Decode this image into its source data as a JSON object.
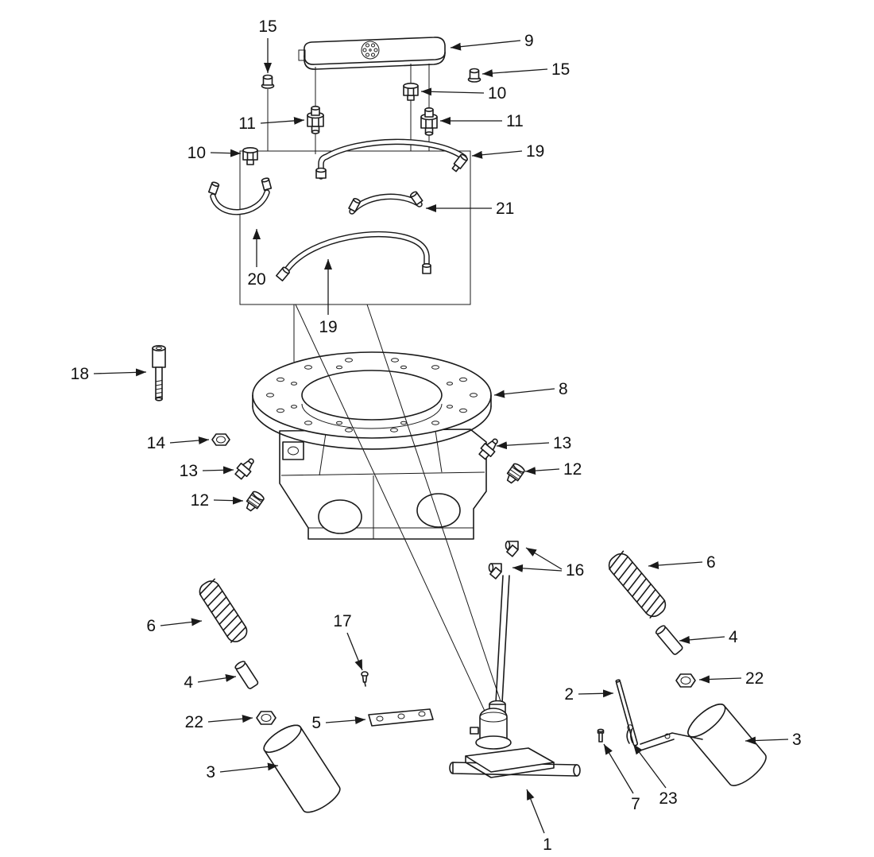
{
  "figure": {
    "type": "exploded-parts-diagram",
    "background_color": "#ffffff",
    "line_color": "#1a1a1a"
  },
  "callouts": [
    {
      "label": "15"
    },
    {
      "label": "9"
    },
    {
      "label": "15"
    },
    {
      "label": "10"
    },
    {
      "label": "11"
    },
    {
      "label": "11"
    },
    {
      "label": "10"
    },
    {
      "label": "19"
    },
    {
      "label": "21"
    },
    {
      "label": "20"
    },
    {
      "label": "19"
    },
    {
      "label": "18"
    },
    {
      "label": "8"
    },
    {
      "label": "14"
    },
    {
      "label": "13"
    },
    {
      "label": "13"
    },
    {
      "label": "12"
    },
    {
      "label": "12"
    },
    {
      "label": "16"
    },
    {
      "label": "6"
    },
    {
      "label": "6"
    },
    {
      "label": "4"
    },
    {
      "label": "4"
    },
    {
      "label": "22"
    },
    {
      "label": "22"
    },
    {
      "label": "17"
    },
    {
      "label": "2"
    },
    {
      "label": "5"
    },
    {
      "label": "3"
    },
    {
      "label": "3"
    },
    {
      "label": "7"
    },
    {
      "label": "23"
    },
    {
      "label": "1"
    }
  ]
}
